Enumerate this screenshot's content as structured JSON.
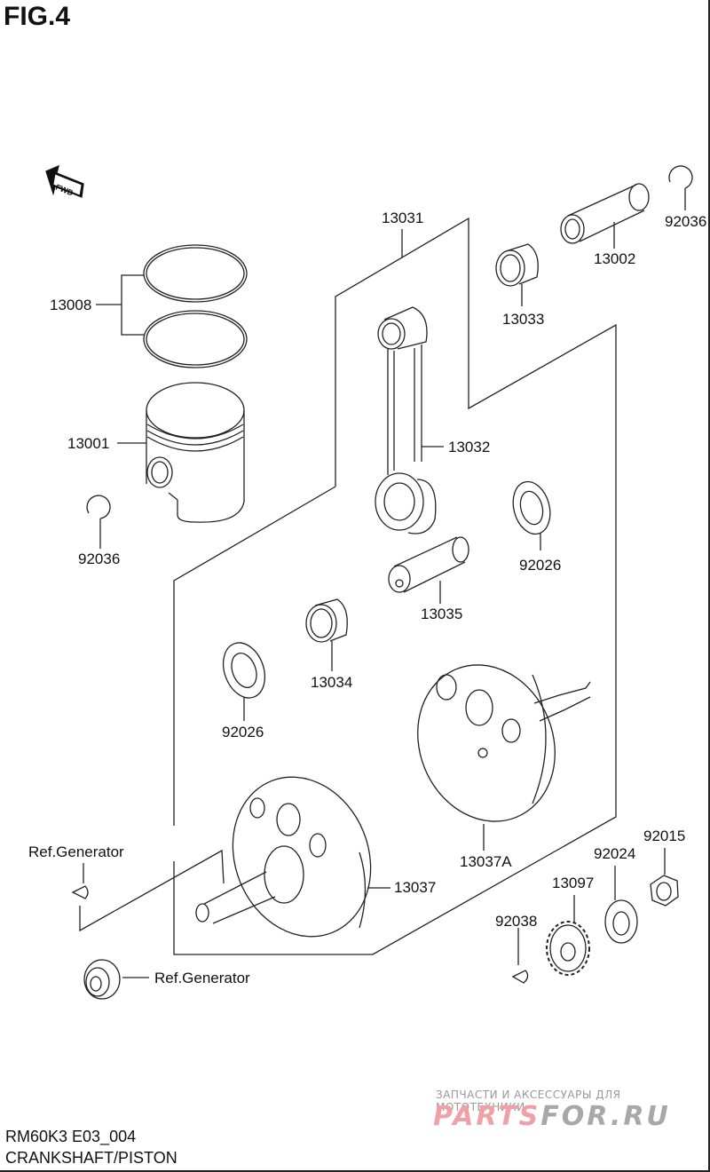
{
  "figure": {
    "title": "FIG.4",
    "fwd_indicator": "FWD",
    "model_code": "RM60K3 E03_004",
    "section_name": "CRANKSHAFT/PISTON"
  },
  "parts": [
    {
      "id": "13008",
      "name": "piston-rings"
    },
    {
      "id": "13001",
      "name": "piston"
    },
    {
      "id": "92036",
      "name": "piston-pin-circlip-left"
    },
    {
      "id": "13031",
      "name": "connecting-rod-set"
    },
    {
      "id": "13033",
      "name": "small-end-bearing"
    },
    {
      "id": "13002",
      "name": "piston-pin"
    },
    {
      "id": "92036",
      "name": "piston-pin-circlip-right"
    },
    {
      "id": "13032",
      "name": "connecting-rod"
    },
    {
      "id": "92026",
      "name": "crank-washer-right"
    },
    {
      "id": "13035",
      "name": "crank-pin"
    },
    {
      "id": "13034",
      "name": "big-end-bearing"
    },
    {
      "id": "92026",
      "name": "crank-washer-left"
    },
    {
      "id": "13037A",
      "name": "crankshaft-right"
    },
    {
      "id": "13037",
      "name": "crankshaft-left"
    },
    {
      "id": "92015",
      "name": "nut"
    },
    {
      "id": "92024",
      "name": "lock-washer"
    },
    {
      "id": "13097",
      "name": "primary-drive-gear"
    },
    {
      "id": "92038",
      "name": "woodruff-key"
    }
  ],
  "references": {
    "key": "Ref.Generator",
    "nut": "Ref.Generator"
  },
  "watermark": {
    "tagline": "ЗАПЧАСТИ И АКСЕССУАРЫ ДЛЯ МОТОТЕХНИКИ",
    "brand_part1": "PARTS",
    "brand_part2": "FOR.RU",
    "pink": "#f2a0a8",
    "gray": "#a8a8a8"
  }
}
